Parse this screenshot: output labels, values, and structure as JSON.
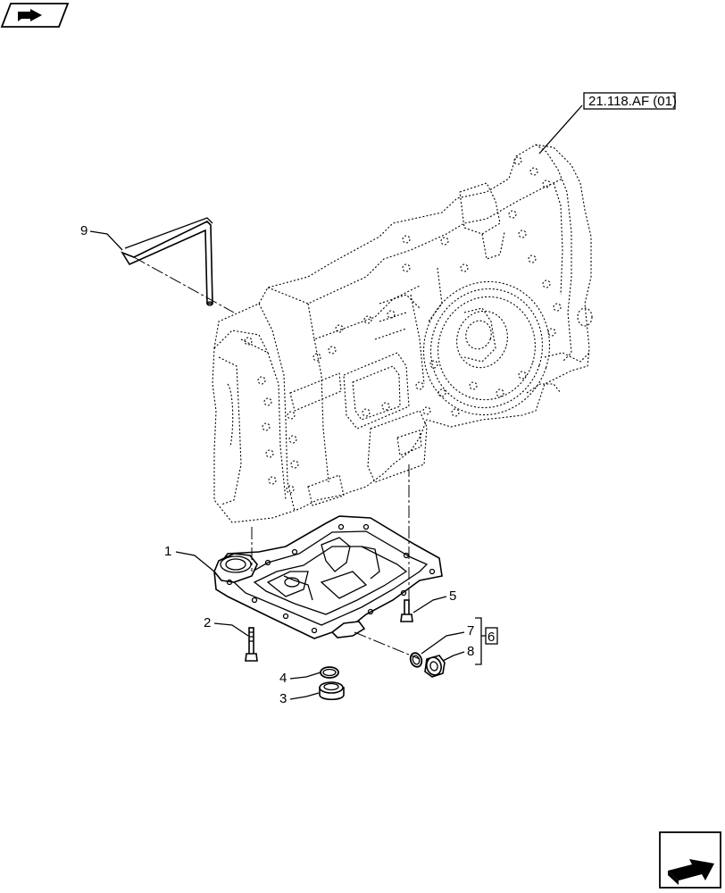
{
  "nav": {
    "prev_icon": "book-arrow-icon",
    "next_icon": "next-page-arrow-icon"
  },
  "reference": {
    "label": "21.118.AF (01)"
  },
  "callouts": {
    "c1": "1",
    "c2": "2",
    "c3": "3",
    "c4": "4",
    "c5": "5",
    "c6": "6",
    "c7": "7",
    "c8": "8",
    "c9": "9"
  },
  "colors": {
    "line": "#000000",
    "background": "#ffffff"
  }
}
